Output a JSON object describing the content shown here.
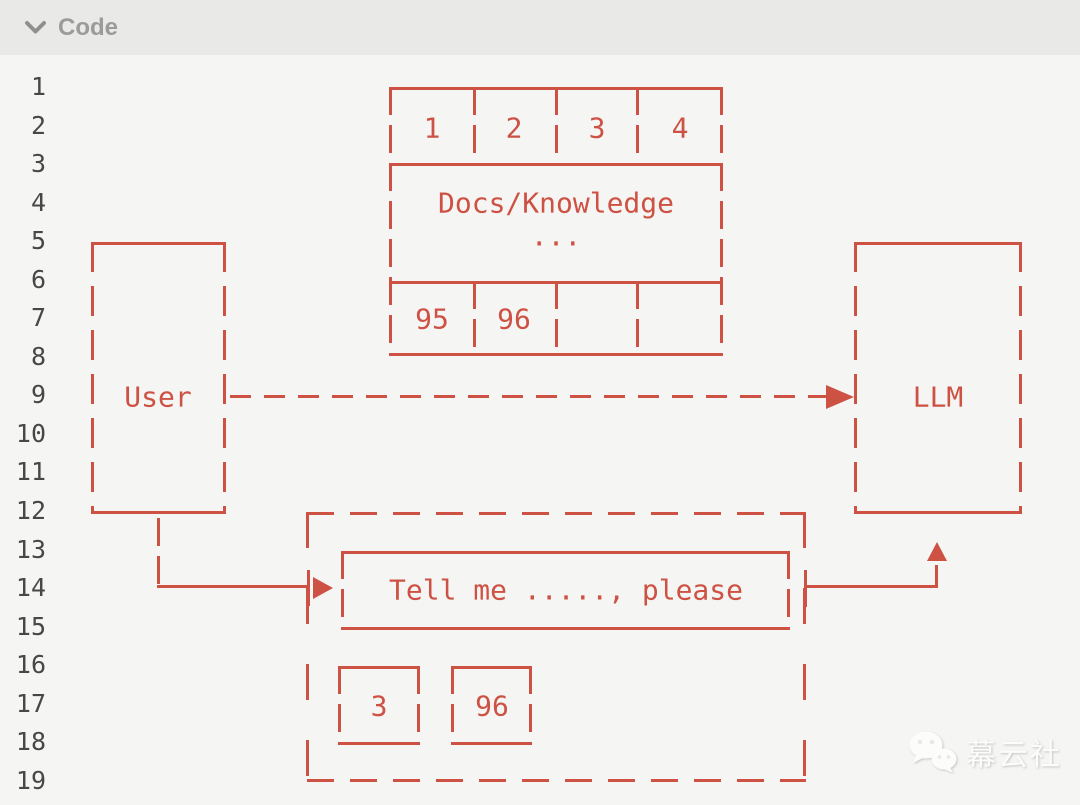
{
  "colors": {
    "accent": "#cd5244",
    "header-bg": "#e9e9e8",
    "header-text": "#9b9b9b",
    "canvas-bg": "#f5f5f4",
    "line-number": "#474747",
    "watermark": "#fcfcfb"
  },
  "header": {
    "title": "Code"
  },
  "editor": {
    "line_numbers": [
      "1",
      "2",
      "3",
      "4",
      "5",
      "6",
      "7",
      "8",
      "9",
      "10",
      "11",
      "12",
      "13",
      "14",
      "15",
      "16",
      "17",
      "18",
      "19"
    ]
  },
  "diagram": {
    "docs_table": {
      "top_cells": [
        "1",
        "2",
        "3",
        "4"
      ],
      "title": "Docs/Knowledge",
      "ellipsis": "...",
      "bottom_cells": [
        "95",
        "96",
        "",
        ""
      ]
    },
    "user_label": "User",
    "llm_label": "LLM",
    "prompt_label": "Tell me ....., please",
    "retrieved_chunks": [
      "3",
      "96"
    ]
  },
  "watermark": {
    "text": "幕云社"
  }
}
